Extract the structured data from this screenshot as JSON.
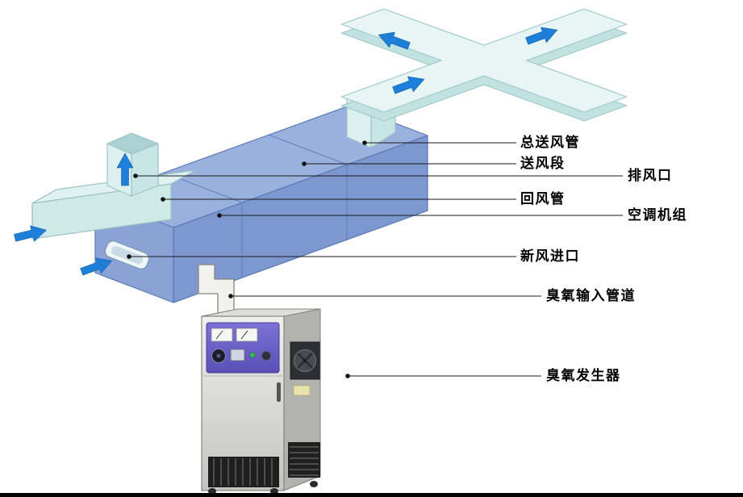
{
  "diagram": {
    "background": "#ffffff",
    "labels": [
      {
        "id": "main-supply-duct",
        "text": "总送风管"
      },
      {
        "id": "supply-air-section",
        "text": "送风段"
      },
      {
        "id": "exhaust-air-outlet",
        "text": "排风口"
      },
      {
        "id": "return-air-duct",
        "text": "回风管"
      },
      {
        "id": "air-handling-unit",
        "text": "空调机组"
      },
      {
        "id": "fresh-air-inlet",
        "text": "新风进口"
      },
      {
        "id": "ozone-input-pipe",
        "text": "臭氧输入管道"
      },
      {
        "id": "ozone-generator",
        "text": "臭氧发生器"
      }
    ],
    "icons": [
      {
        "name": "airflow-arrow",
        "meaning": "direction of airflow",
        "count": 6
      }
    ],
    "colors": {
      "duct_fill": "#e7f5f4",
      "duct_shade": "#c2e2e1",
      "ahu_top": "#9ab1de",
      "ahu_front": "#7c98cf",
      "ahu_side": "#8aa2d6",
      "airflow_arrow": "#1e7fd8",
      "generator_panel": "#6a5fc6",
      "generator_body": "#d9d9d6"
    }
  }
}
